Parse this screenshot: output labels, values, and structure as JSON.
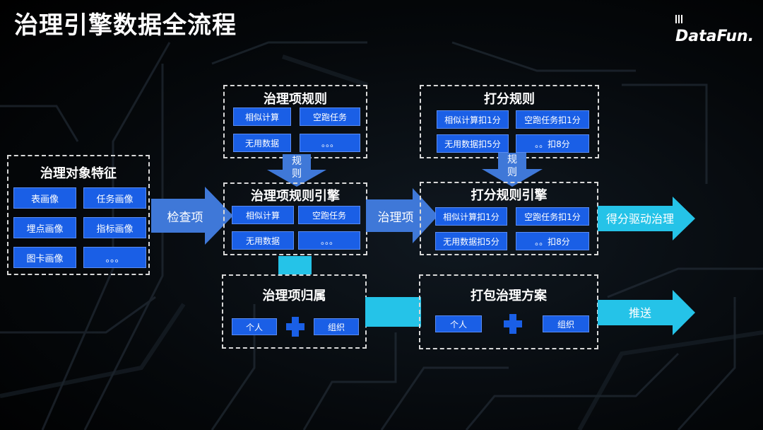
{
  "title": "治理引擎数据全流程",
  "logo": "DataFun.",
  "object_features": {
    "title": "治理对象特征",
    "items": [
      "表画像",
      "任务画像",
      "埋点画像",
      "指标画像",
      "图卡画像",
      "。。。"
    ]
  },
  "check_label": "检查项",
  "rule_box": {
    "title": "治理项规则",
    "items": [
      "相似计算",
      "空跑任务",
      "无用数据",
      "。。。"
    ]
  },
  "rule_arrow_label": [
    "规",
    "则"
  ],
  "rule_engine": {
    "title": "治理项规则引擎",
    "items": [
      "相似计算",
      "空跑任务",
      "无用数据",
      "。。。"
    ]
  },
  "governance_label": "治理项",
  "ownership": {
    "title": "治理项归属",
    "items": [
      "个人",
      "组织"
    ]
  },
  "score_rules": {
    "title": "打分规则",
    "items": [
      "相似计算扣1分",
      "空跑任务扣1分",
      "无用数据扣5分",
      "。。扣8分"
    ]
  },
  "score_arrow_label": [
    "规",
    "则"
  ],
  "score_engine": {
    "title": "打分规则引擎",
    "items": [
      "相似计算扣1分",
      "空跑任务扣1分",
      "无用数据扣5分",
      "。。扣8分"
    ]
  },
  "score_driven_label": "得分驱动治理",
  "package": {
    "title": "打包治理方案",
    "items": [
      "个人",
      "组织"
    ]
  },
  "push_label": "推送",
  "colors": {
    "chip": "#1a5fe6",
    "arrow": "#3f78d8",
    "cyan": "#25c3e8"
  }
}
